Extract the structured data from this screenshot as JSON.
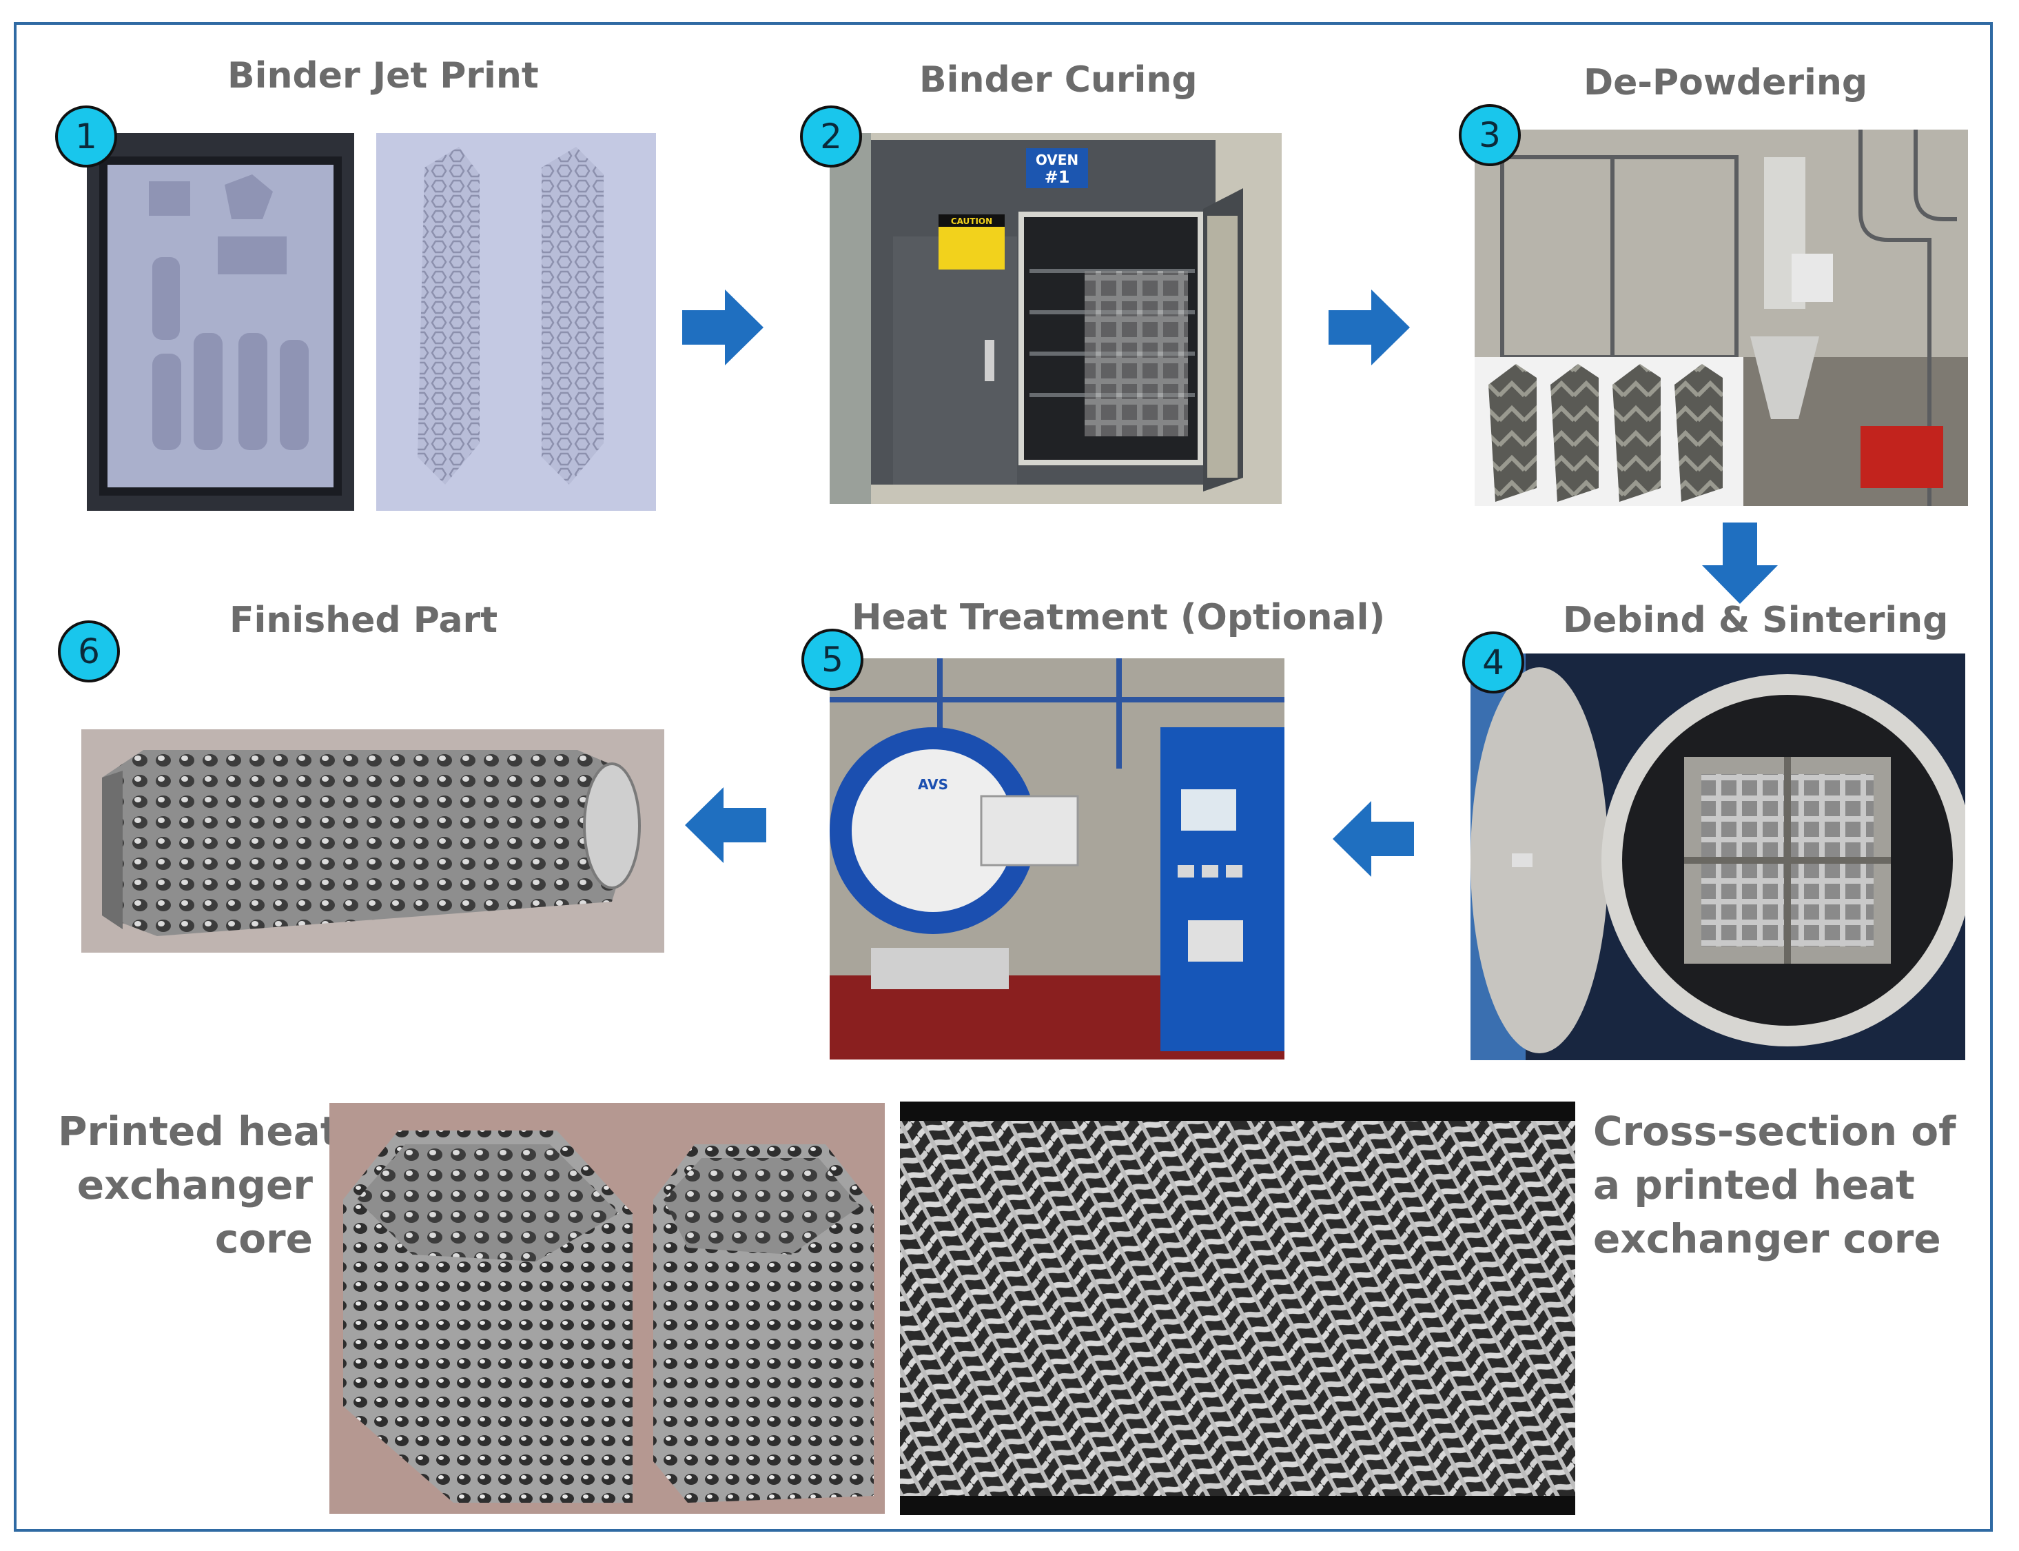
{
  "steps": [
    {
      "number": "1",
      "title": "Binder Jet Print"
    },
    {
      "number": "2",
      "title": "Binder Curing"
    },
    {
      "number": "3",
      "title": "De-Powdering"
    },
    {
      "number": "4",
      "title": "Debind & Sintering"
    },
    {
      "number": "5",
      "title": "Heat Treatment (Optional)"
    },
    {
      "number": "6",
      "title": "Finished Part"
    }
  ],
  "oven_sign": {
    "line1": "OVEN",
    "line2": "#1"
  },
  "caution_sign": "CAUTION",
  "furnace_logo": "AVS",
  "captions": {
    "left": [
      "Printed heat",
      "exchanger",
      "core"
    ],
    "right": [
      "Cross-section of",
      "a printed heat",
      "exchanger core"
    ]
  },
  "colors": {
    "frame": "#2f6aa3",
    "badge": "#19c6ec",
    "arrow": "#1f6fc0",
    "title_text": "#6b6b6b"
  }
}
